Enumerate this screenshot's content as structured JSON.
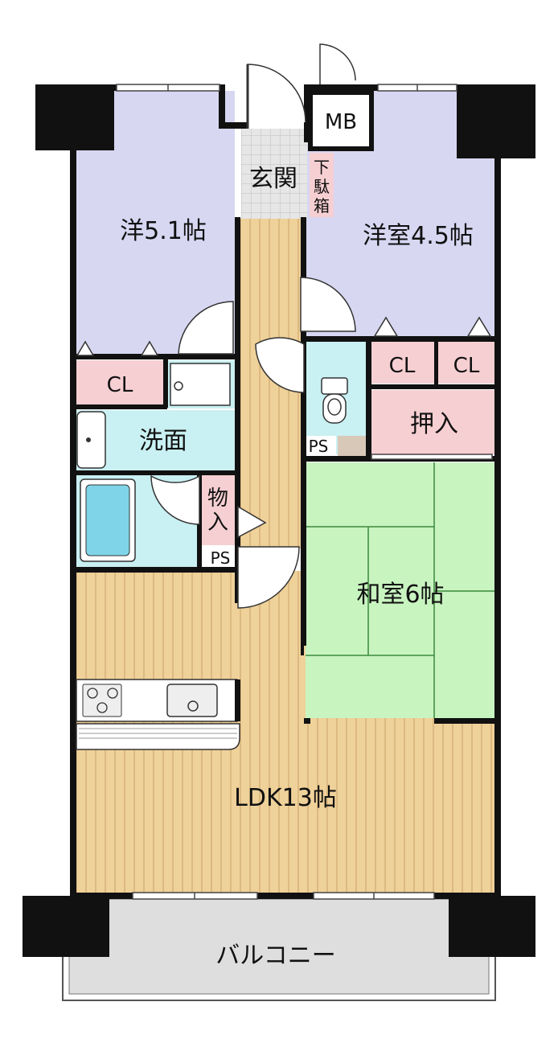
{
  "rooms": {
    "western_left": "洋5.1帖",
    "western_right": "洋室4.5帖",
    "japanese": "和室6帖",
    "ldk": "LDK13帖",
    "entrance": "玄関",
    "washroom": "洗面",
    "balcony": "バルコニー"
  },
  "storage": {
    "mb": "MB",
    "cl_left": "CL",
    "cl_right_a": "CL",
    "cl_right_b": "CL",
    "oshiire": "押入",
    "ps_toilet": "PS",
    "ps_storage": "PS",
    "shoe_box_chars": [
      "下",
      "駄",
      "箱"
    ],
    "storage_room_chars": [
      "物",
      "入"
    ]
  },
  "colors": {
    "bedroom": "#d7d7f2",
    "closet": "#f6cfd2",
    "wet_area": "#c9f0f2",
    "tatami": "#c8f4c0",
    "wood_floor": "#efd19a",
    "balcony": "#dedede",
    "wall": "#111111"
  }
}
